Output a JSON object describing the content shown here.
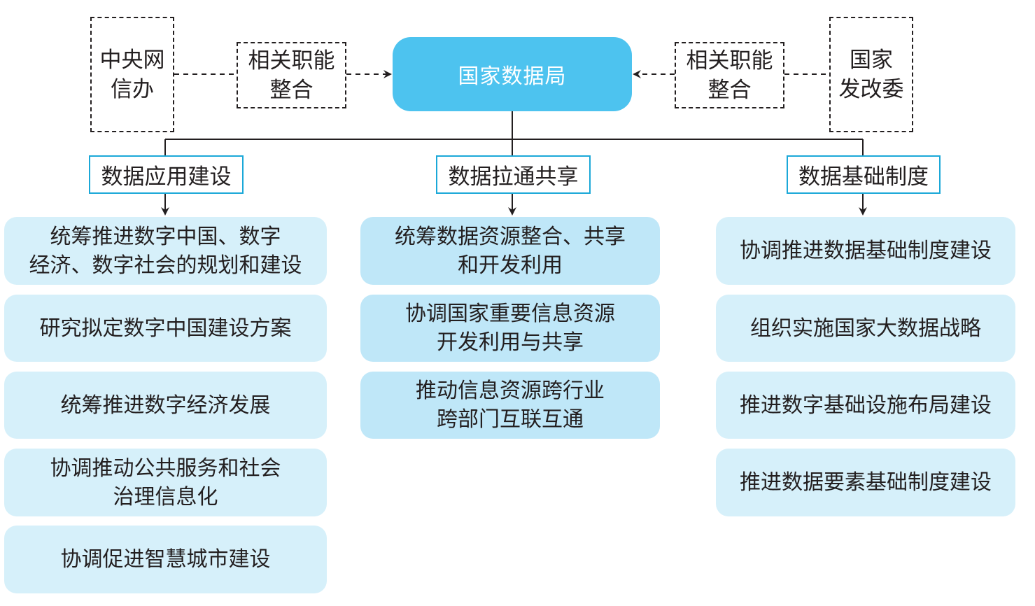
{
  "top": {
    "left_source": "中央网\n信办",
    "left_merge": "相关职能\n整合",
    "center": "国家数据局",
    "right_merge": "相关职能\n整合",
    "right_source": "国家\n发改委"
  },
  "columns": [
    {
      "title": "数据应用建设",
      "items": [
        "统筹推进数字中国、数字\n经济、数字社会的规划和建设",
        "研究拟定数字中国建设方案",
        "统筹推进数字经济发展",
        "协调推动公共服务和社会\n治理信息化",
        "协调促进智慧城市建设"
      ]
    },
    {
      "title": "数据拉通共享",
      "items": [
        "统筹数据资源整合、共享\n和开发利用",
        "协调国家重要信息资源\n开发利用与共享",
        "推动信息资源跨行业\n跨部门互联互通"
      ]
    },
    {
      "title": "数据基础制度",
      "items": [
        "协调推进数据基础制度建设",
        "组织实施国家大数据战略",
        "推进数字基础设施布局建设",
        "推进数据要素基础制度建设"
      ]
    }
  ],
  "colors": {
    "center": "#4dc3ef",
    "category_border": "#1ba8d8",
    "item_light": "#d6f0fa",
    "item_mid": "#bfe7f8"
  }
}
